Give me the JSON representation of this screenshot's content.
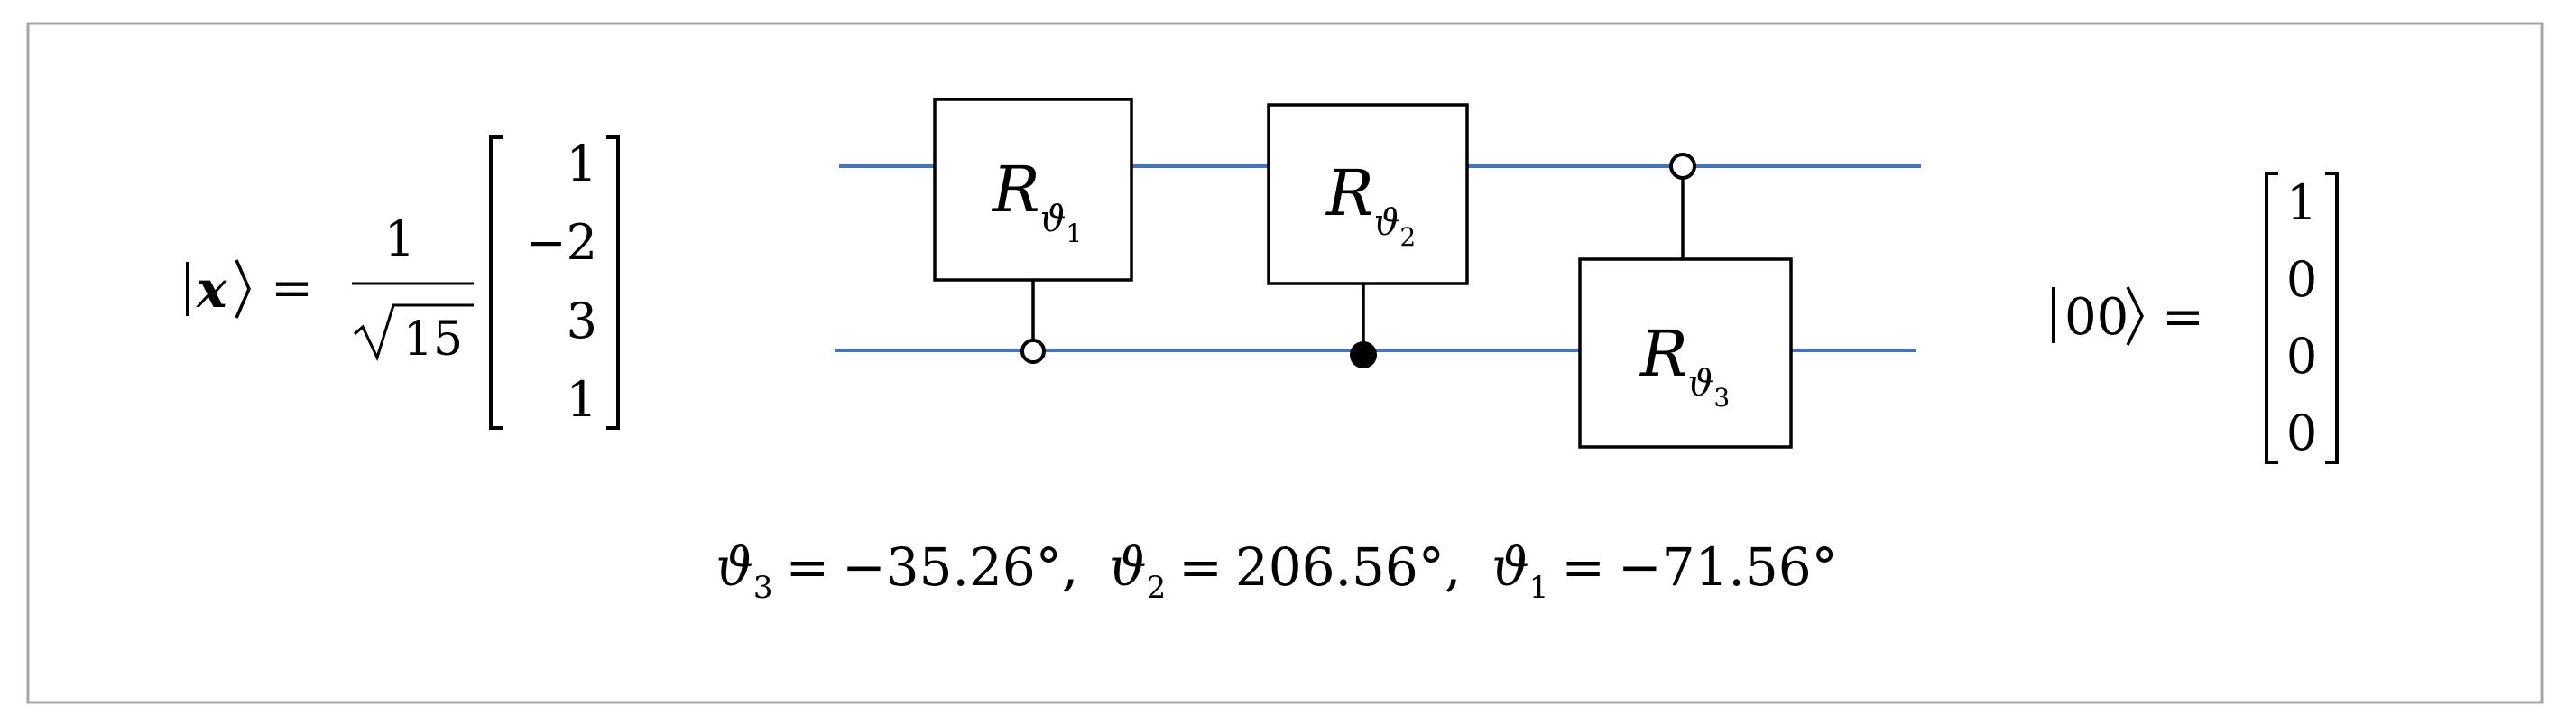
{
  "colors": {
    "frame": "#a6a6a6",
    "wire": "#4472c4",
    "ink": "#000000"
  },
  "left_state": {
    "ket_var": "x",
    "coeff_num": "1",
    "coeff_den": "15",
    "vector": [
      "1",
      "−2",
      "3",
      "1"
    ]
  },
  "circuit": {
    "gate_letter": "R",
    "theta_symbol": "ϑ",
    "gates": [
      {
        "sub": "1",
        "control": "open"
      },
      {
        "sub": "2",
        "control": "filled"
      },
      {
        "sub": "3",
        "control": "open"
      }
    ]
  },
  "right_state": {
    "ket_label": "00",
    "vector": [
      "1",
      "0",
      "0",
      "0"
    ]
  },
  "angles": [
    {
      "sub": "3",
      "value": "−35.26°"
    },
    {
      "sub": "2",
      "value": "206.56°"
    },
    {
      "sub": "1",
      "value": "−71.56°"
    }
  ],
  "symbols": {
    "equals": "=",
    "separator": ","
  }
}
